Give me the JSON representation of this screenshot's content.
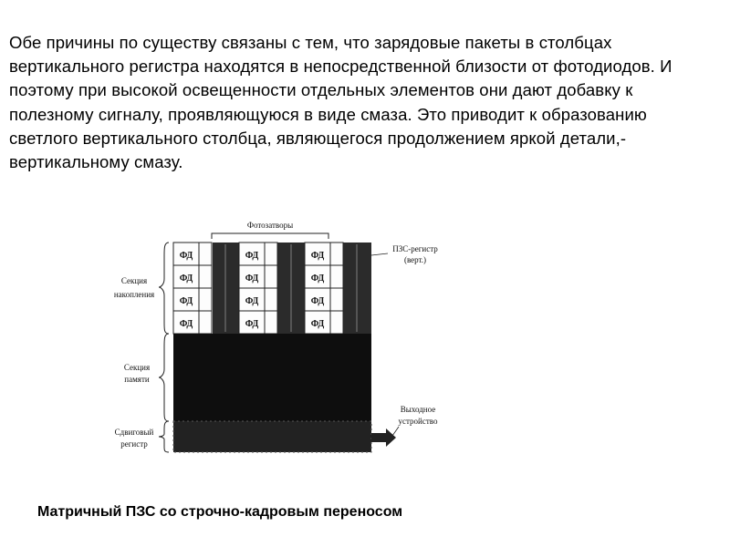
{
  "paragraph": "Обе причины по существу связаны с тем, что зарядовые пакеты в столбцах вертикального регистра находятся в непосредственной близости от фотодиодов. И поэтому при высокой освещенности отдельных элементов они дают добавку к полезному сигналу, проявляющуюся в виде смаза. Это приводит к образованию светлого вертикального столбца, являющегося продолжением яркой детали,- вертикальному смазу.",
  "diagram": {
    "top_label": "Фотозатворы",
    "register_label_1": "ПЗС-регистр",
    "register_label_2": "(верт.)",
    "accumulation_label_1": "Секция",
    "accumulation_label_2": "накопления",
    "memory_label_1": "Секция",
    "memory_label_2": "памяти",
    "shift_label_1": "Сдвиговый",
    "shift_label_2": "регистр",
    "output_label_1": "Выходное",
    "output_label_2": "устройство",
    "cell_label": "ФД"
  },
  "caption": "Матричный ПЗС со строчно-кадровым переносом"
}
